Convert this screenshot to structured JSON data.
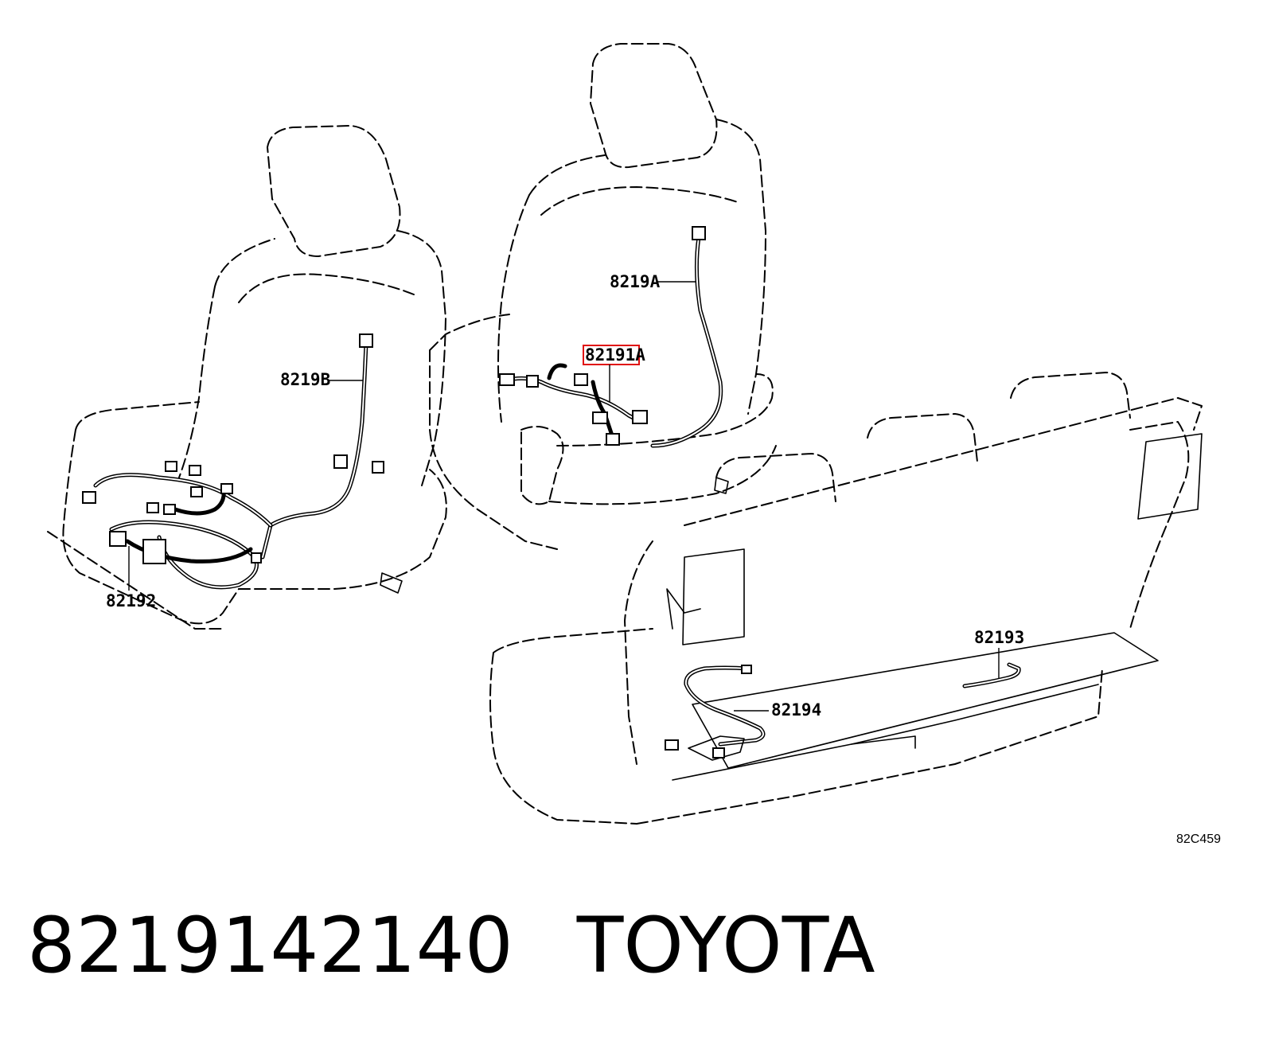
{
  "diagram": {
    "callouts": {
      "front_right_back": "8219A",
      "front_right_seat": "82191A",
      "front_left_back": "8219B",
      "front_left_cushion": "82192",
      "rear_seat_bracket": "82193",
      "rear_seat_wire": "82194"
    },
    "highlighted_callout": "82191A",
    "highlight_color": "#e01010",
    "illustration_ref": "82C459"
  },
  "footer": {
    "part_number": "8219142140",
    "brand": "TOYOTA"
  }
}
